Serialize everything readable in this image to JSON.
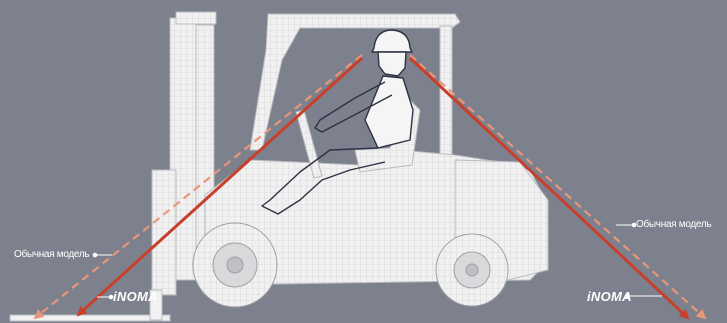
{
  "labels": {
    "standard_left": "Обычная модель",
    "standard_right": "Обычная модель",
    "brand_left": "iNOMA",
    "brand_right": "iNOMA"
  },
  "colors": {
    "background": "#7d818d",
    "standard_line": "#e8967a",
    "brand_line": "#c8402c",
    "forklift": "#eeeeee",
    "operator": "#2e3244"
  }
}
